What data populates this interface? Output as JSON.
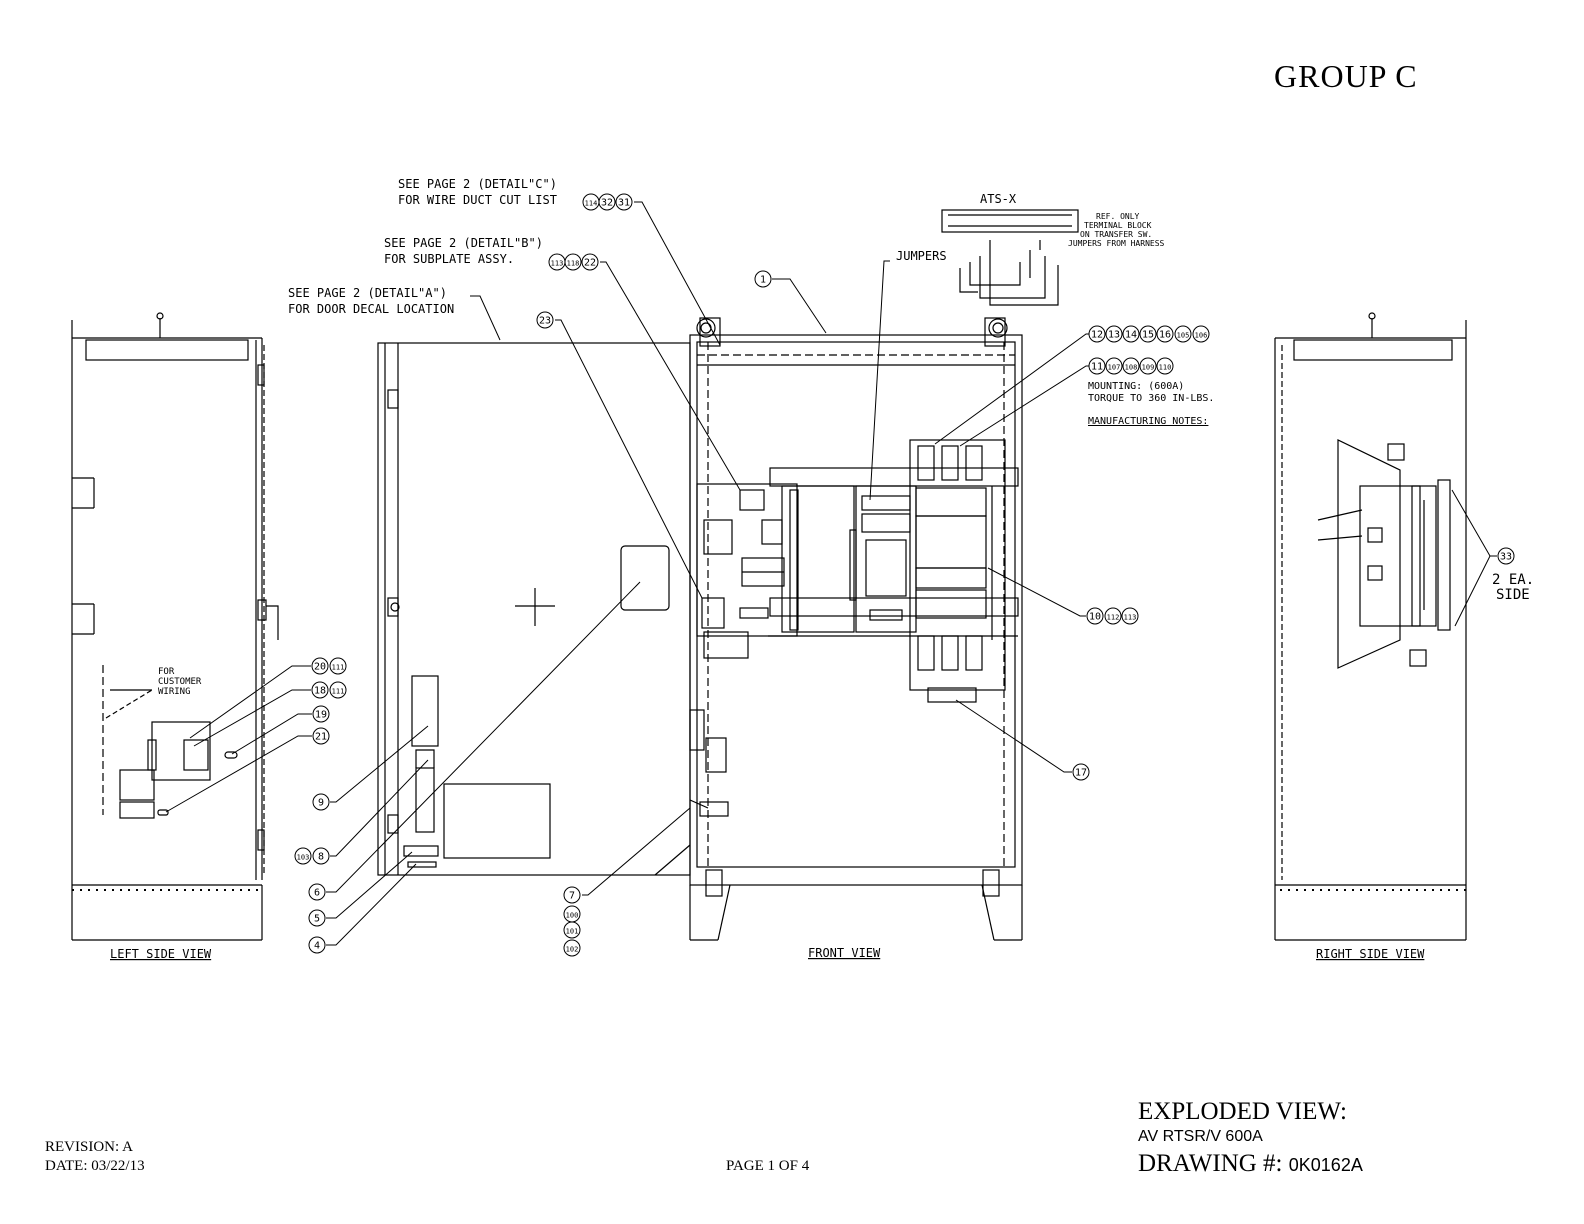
{
  "header": {
    "group": "GROUP  C"
  },
  "notes": {
    "detail_c_1": "SEE PAGE 2 (DETAIL\"C\")",
    "detail_c_2": "FOR WIRE DUCT CUT LIST",
    "detail_b_1": "SEE PAGE 2 (DETAIL\"B\")",
    "detail_b_2": "FOR SUBPLATE ASSY.",
    "detail_a_1": "SEE PAGE 2 (DETAIL\"A\")",
    "detail_a_2": "FOR DOOR DECAL LOCATION",
    "jumpers": "JUMPERS",
    "ats_x": "ATS-X",
    "ref_1": "REF. ONLY",
    "ref_2": "TERMINAL BLOCK",
    "ref_3": "ON TRANSFER SW.",
    "ref_4": "JUMPERS FROM HARNESS",
    "mounting_1": "MOUNTING: (600A)",
    "mounting_2": "TORQUE TO 360 IN-LBS.",
    "mfg_notes": "MANUFACTURING NOTES:",
    "customer_1": "FOR",
    "customer_2": "CUSTOMER",
    "customer_3": "WIRING",
    "two_ea_1": "2 EA.",
    "two_ea_2": "SIDE"
  },
  "views": {
    "left": "LEFT SIDE VIEW",
    "front": "FRONT VIEW",
    "right": "RIGHT SIDE VIEW"
  },
  "balloons": [
    "114",
    "32",
    "31",
    "113",
    "118",
    "22",
    "1",
    "23",
    "12",
    "13",
    "14",
    "15",
    "16",
    "105",
    "106",
    "11",
    "107",
    "108",
    "109",
    "110",
    "20",
    "111",
    "18",
    "111",
    "19",
    "21",
    "9",
    "103",
    "8",
    "6",
    "5",
    "4",
    "7",
    "100",
    "101",
    "102",
    "17",
    "10",
    "112",
    "113",
    "33"
  ],
  "footer": {
    "revision": "REVISION:  A",
    "date": "DATE:  03/22/13",
    "page": "PAGE 1 OF 4",
    "title": "EXPLODED VIEW:",
    "subtitle": "AV RTSR/V 600A",
    "drawing_label": "DRAWING #: ",
    "drawing_number": "0K0162A"
  }
}
